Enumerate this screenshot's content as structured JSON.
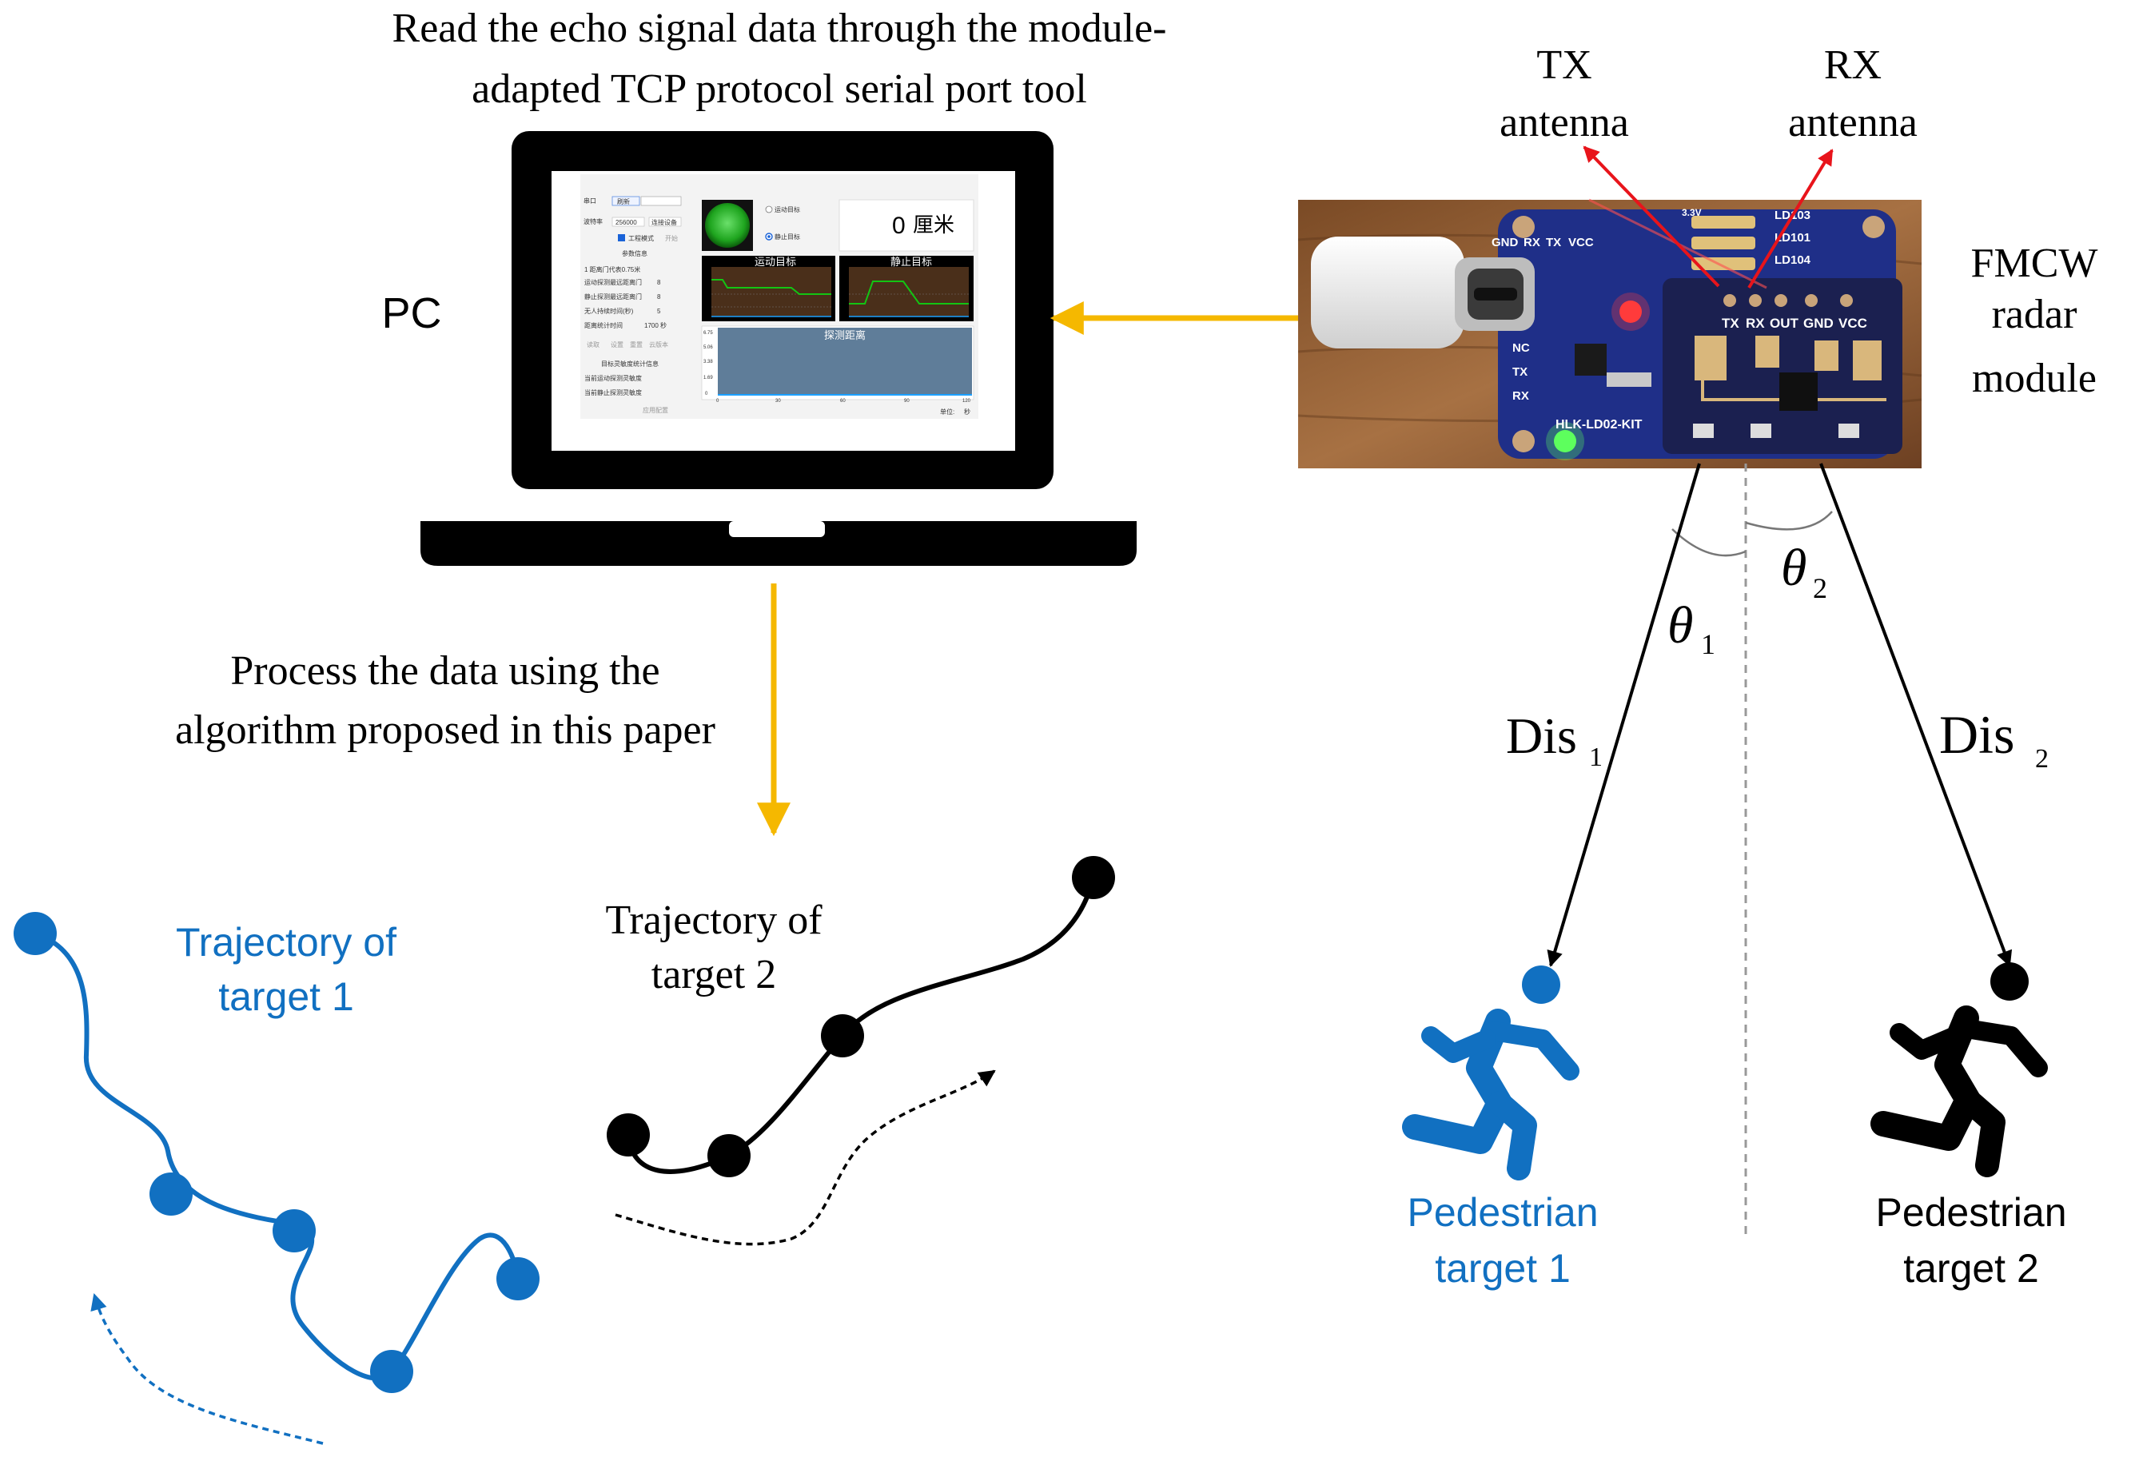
{
  "colors": {
    "accent_blue": "#1170c1",
    "arrow_orange": "#f5b800",
    "antenna_red": "#e8141b",
    "ink": "#000000",
    "pcb_blue": "#1f2f88",
    "wood": "#8a5a32",
    "screen_plot": "#5f7d99",
    "plot_line_green": "#13c413"
  },
  "captions": {
    "read_line1": "Read the echo signal data through the module-",
    "read_line2": "adapted TCP protocol serial port tool",
    "pc": "PC",
    "process_line1": "Process the data using the",
    "process_line2": "algorithm proposed in this paper",
    "traj2_line1": "Trajectory of",
    "traj2_line2": "target 2",
    "traj1_line1": "Trajectory of",
    "traj1_line2": "target 1",
    "tx_line1": "TX",
    "tx_line2": "antenna",
    "rx_line1": "RX",
    "rx_line2": "antenna",
    "fmcw_line1": "FMCW",
    "fmcw_line2": "radar",
    "fmcw_line3": "module",
    "theta1": "θ",
    "theta1_sub": "1",
    "theta2": "θ",
    "theta2_sub": "2",
    "dis1": "Dis",
    "dis1_sub": "1",
    "dis2": "Dis",
    "dis2_sub": "2",
    "ped1_line1": "Pedestrian",
    "ped1_line2": "target  1",
    "ped2_line1": "Pedestrian",
    "ped2_line2": "target  2"
  },
  "software_window": {
    "port_label": "串口",
    "refresh_button": "刷新",
    "baud_label": "波特率",
    "baud_value": "256000",
    "connect_button": "连接设备",
    "engineering_mode": "工程模式",
    "start_button": "开始",
    "param_info": "参数信息",
    "gate_distance": "1 距离门代表0.75米",
    "moving_max_gate": "运动探测最远距离门",
    "moving_max_gate_value": "8",
    "static_max_gate": "静止探测最远距离门",
    "static_max_gate_value": "8",
    "no_one_duration": "无人持续时间(秒)",
    "no_one_duration_value": "5",
    "distance_res": "距离统计时间",
    "distance_res_value": "1700",
    "distance_res_unit": "秒",
    "read_button": "读取",
    "set_button": "设置",
    "reset_button": "重置",
    "cloud_button": "云版本",
    "sensitivity_title": "目标灵敏度统计信息",
    "moving_sensitivity": "当前运动探测灵敏度",
    "static_sensitivity": "当前静止探测灵敏度",
    "apply_button": "应用配置",
    "radio_moving": "运动目标",
    "radio_static": "静止目标",
    "distance_readout_value": "0",
    "distance_readout_unit": "厘米",
    "chart_moving_title": "运动目标",
    "chart_static_title": "静止目标",
    "chart_distance_title": "探测距离",
    "x_ticks": [
      "0",
      "30",
      "60",
      "90",
      "120"
    ],
    "y_ticks": [
      "6.75",
      "5.06",
      "3.38",
      "1.69",
      "0"
    ],
    "unit_label": "单位:",
    "unit_value": "秒"
  },
  "radar_board": {
    "pin_labels_top": [
      "GND",
      "RX",
      "TX",
      "VCC"
    ],
    "pin_labels_module": [
      "TX",
      "RX",
      "OUT",
      "GND",
      "VCC"
    ],
    "side_labels": [
      "NC",
      "TX",
      "RX"
    ],
    "chip_labels": [
      "LD103",
      "LD101",
      "LD104"
    ],
    "board_name": "HLK-LD02-KIT",
    "voltage_label": "3.3V"
  },
  "icons": [
    "laptop-icon",
    "usb-c-connector-icon",
    "running-person-icon"
  ]
}
